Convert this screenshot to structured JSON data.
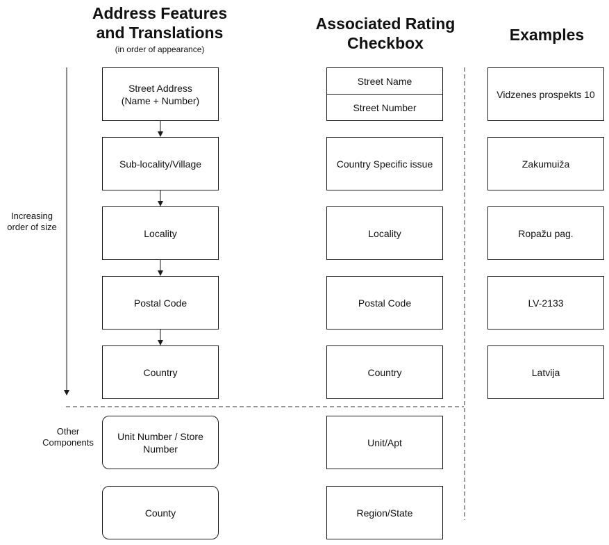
{
  "headers": {
    "features_title_line1": "Address Features",
    "features_title_line2": "and Translations",
    "features_subtitle": "(in order of appearance)",
    "rating_title_line1": "Associated Rating",
    "rating_title_line2": "Checkbox",
    "examples_title": "Examples"
  },
  "side_labels": {
    "increasing_line1": "Increasing",
    "increasing_line2": "order of size",
    "other_line1": "Other",
    "other_line2": "Components"
  },
  "features": [
    {
      "line1": "Street Address",
      "line2": "(Name + Number)"
    },
    {
      "line1": "Sub-locality/Village",
      "line2": ""
    },
    {
      "line1": "Locality",
      "line2": ""
    },
    {
      "line1": "Postal Code",
      "line2": ""
    },
    {
      "line1": "Country",
      "line2": ""
    }
  ],
  "other_features": [
    {
      "line1": "Unit Number / Store",
      "line2": "Number"
    },
    {
      "line1": "County",
      "line2": ""
    }
  ],
  "ratings": {
    "street_name": "Street Name",
    "street_number": "Street Number",
    "sub_locality": "Country Specific issue",
    "locality": "Locality",
    "postal_code": "Postal Code",
    "country": "Country",
    "unit": "Unit/Apt",
    "region": "Region/State"
  },
  "examples": [
    "Vidzenes prospekts 10",
    "Zakumuiža",
    "Ropažu pag.",
    "LV-2133",
    "Latvija"
  ]
}
